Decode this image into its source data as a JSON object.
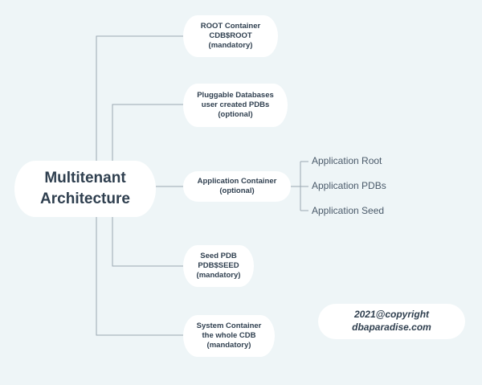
{
  "root": {
    "lines": [
      "Multitenant",
      "Architecture"
    ]
  },
  "nodes": {
    "root_container": {
      "lines": [
        "ROOT Container",
        "CDB$ROOT",
        "(mandatory)"
      ]
    },
    "pluggable_databases": {
      "lines": [
        "Pluggable Databases",
        "user created PDBs",
        "(optional)"
      ]
    },
    "application_container": {
      "lines": [
        "Application Container",
        "(optional)"
      ]
    },
    "seed_pdb": {
      "lines": [
        "Seed PDB",
        "PDB$SEED",
        "(mandatory)"
      ]
    },
    "system_container": {
      "lines": [
        "System Container",
        "the whole CDB",
        "(mandatory)"
      ]
    }
  },
  "application_children": [
    "Application Root",
    "Application PDBs",
    "Application Seed"
  ],
  "copyright": {
    "lines": [
      "2021@copyright",
      "dbaparadise.com"
    ]
  },
  "colors": {
    "background": "#eef5f7",
    "node_fill": "#ffffff",
    "text": "#2f3f4f",
    "connector": "#9aa8b2"
  }
}
